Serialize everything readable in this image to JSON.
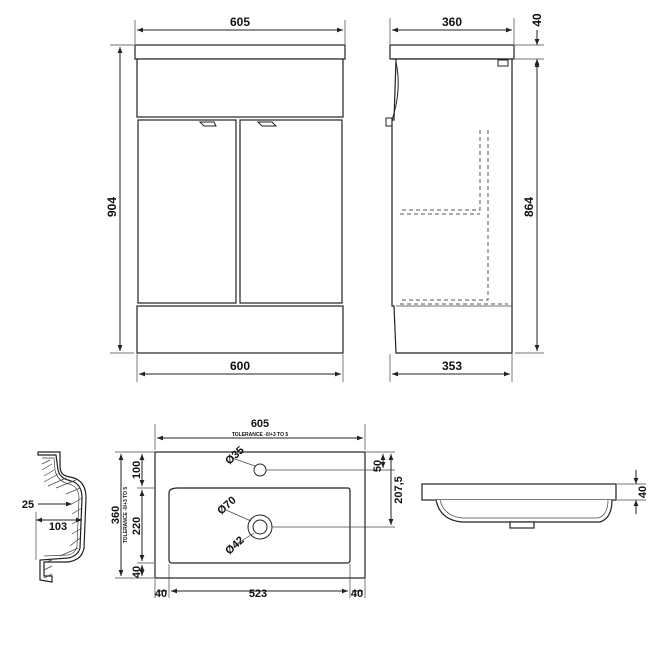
{
  "front_view": {
    "top_width": "605",
    "height": "904",
    "bottom_width": "600"
  },
  "side_view": {
    "depth": "360",
    "top_thickness": "40",
    "cabinet_height": "864",
    "cabinet_depth": "353"
  },
  "basin_top": {
    "width": "605",
    "width_tolerance": "TOLERANCE -0/+3 TO 5",
    "depth": "360",
    "depth_tolerance": "TOLERANCE -0/+3 TO 5",
    "tap_hole": "Ø35",
    "waste_hole_outer": "Ø70",
    "waste_hole_inner": "Ø42",
    "tap_offset": "50",
    "waste_offset": "207,5",
    "back_margin": "100",
    "bowl_depth": "220",
    "front_margin": "40",
    "left_margin": "40",
    "bowl_width": "523",
    "right_margin": "40"
  },
  "basin_section": {
    "rim": "25",
    "depth": "103"
  },
  "basin_side": {
    "thickness": "40"
  }
}
